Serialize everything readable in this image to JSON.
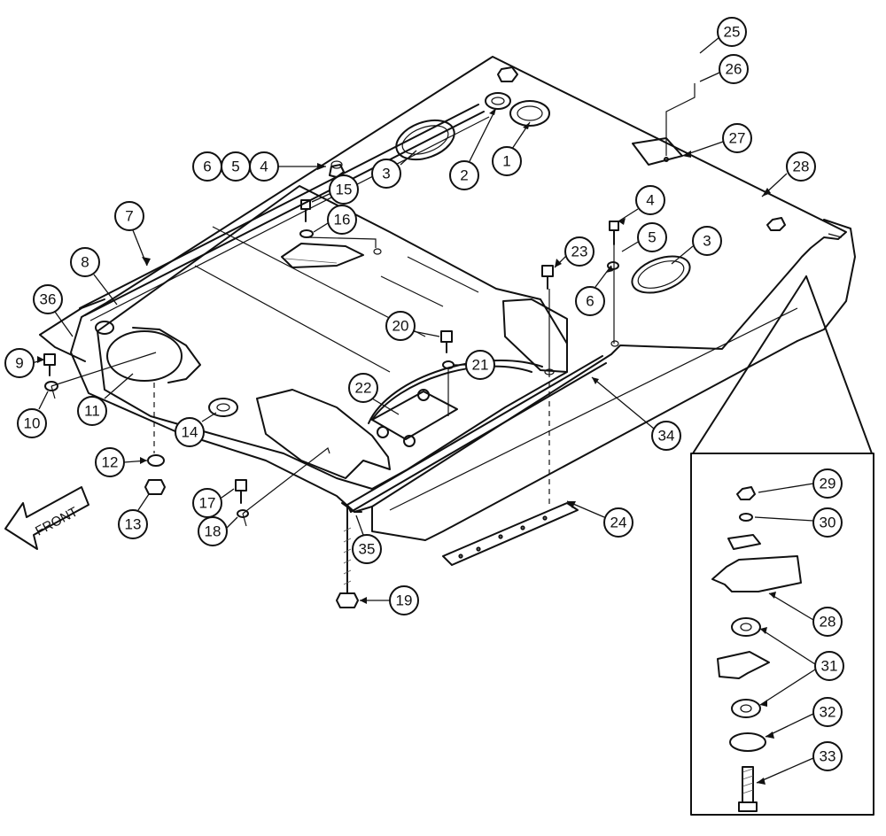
{
  "diagram": {
    "front_label": "FRONT",
    "callouts": [
      {
        "id": "c1",
        "label": "1"
      },
      {
        "id": "c2",
        "label": "2"
      },
      {
        "id": "c3a",
        "label": "3"
      },
      {
        "id": "c3b",
        "label": "3"
      },
      {
        "id": "c4a",
        "label": "4"
      },
      {
        "id": "c4b",
        "label": "4"
      },
      {
        "id": "c5a",
        "label": "5"
      },
      {
        "id": "c5b",
        "label": "5"
      },
      {
        "id": "c6a",
        "label": "6"
      },
      {
        "id": "c6b",
        "label": "6"
      },
      {
        "id": "c7",
        "label": "7"
      },
      {
        "id": "c8",
        "label": "8"
      },
      {
        "id": "c9",
        "label": "9"
      },
      {
        "id": "c10",
        "label": "10"
      },
      {
        "id": "c11",
        "label": "11"
      },
      {
        "id": "c12",
        "label": "12"
      },
      {
        "id": "c13",
        "label": "13"
      },
      {
        "id": "c14",
        "label": "14"
      },
      {
        "id": "c15",
        "label": "15"
      },
      {
        "id": "c16",
        "label": "16"
      },
      {
        "id": "c17",
        "label": "17"
      },
      {
        "id": "c18",
        "label": "18"
      },
      {
        "id": "c19",
        "label": "19"
      },
      {
        "id": "c20",
        "label": "20"
      },
      {
        "id": "c21",
        "label": "21"
      },
      {
        "id": "c22",
        "label": "22"
      },
      {
        "id": "c23",
        "label": "23"
      },
      {
        "id": "c24",
        "label": "24"
      },
      {
        "id": "c25",
        "label": "25"
      },
      {
        "id": "c26",
        "label": "26"
      },
      {
        "id": "c27",
        "label": "27"
      },
      {
        "id": "c28a",
        "label": "28"
      },
      {
        "id": "c28b",
        "label": "28"
      },
      {
        "id": "c29",
        "label": "29"
      },
      {
        "id": "c30",
        "label": "30"
      },
      {
        "id": "c31",
        "label": "31"
      },
      {
        "id": "c32",
        "label": "32"
      },
      {
        "id": "c33",
        "label": "33"
      },
      {
        "id": "c34",
        "label": "34"
      },
      {
        "id": "c35",
        "label": "35"
      },
      {
        "id": "c36",
        "label": "36"
      }
    ]
  }
}
